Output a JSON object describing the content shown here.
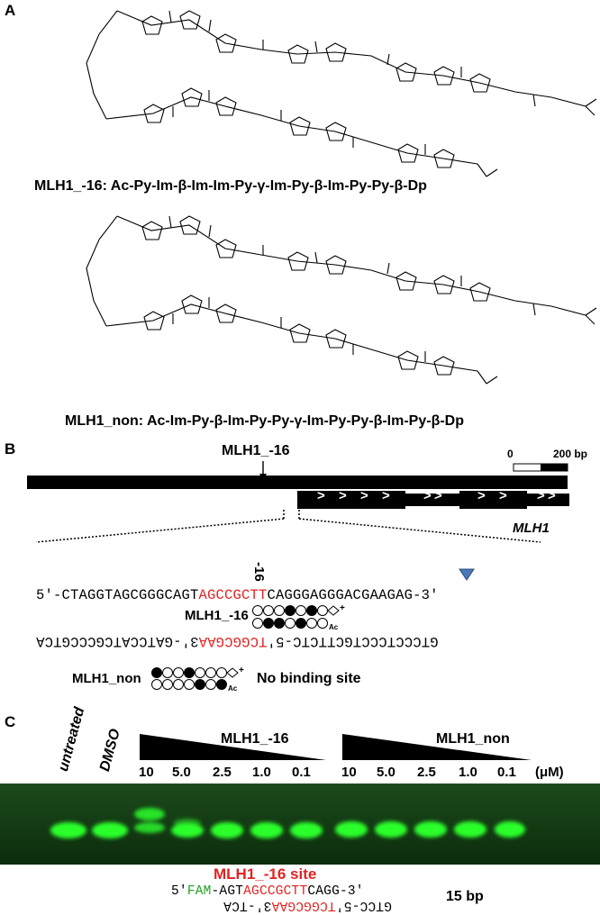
{
  "panels": {
    "a": "A",
    "b": "B",
    "c": "C"
  },
  "panel_a": {
    "compound1": {
      "name": "MLH1_-16",
      "sequence_parts": [
        "Ac-Py-Im-",
        "β",
        "-Im-Im-Py-",
        "γ",
        "-Im-Py-",
        "β",
        "-Im-Py-Py-",
        "β",
        "-Dp"
      ]
    },
    "compound2": {
      "name": "MLH1_non",
      "sequence_parts": [
        "Ac-Im-Py-",
        "β",
        "-Im-Py-Py-",
        "γ",
        "-Im-Py-Py-",
        "β",
        "-Im-Py-",
        "β",
        "-Dp"
      ]
    },
    "colon": ": "
  },
  "panel_b": {
    "arrow_label": "MLH1_-16",
    "scale_start": "0",
    "scale_end": "200 bp",
    "gene_label": "MLH1",
    "arrows": ">",
    "top_strand": {
      "prefix": "5′-CTAGGTAGCGGGCAGT",
      "site": "AGCCGCTT",
      "suffix": "CAGGGAGGGACGAAGAG-3′"
    },
    "bottom_strand": {
      "prefix": "3′-GATCCATCGCCCGTCA",
      "site": "TCGGCGAA",
      "suffix": "GTCCCTCCCTGCTTCTC-5′"
    },
    "position_label": "-16",
    "bound_label": "MLH1_-16",
    "non_label": "MLH1_non",
    "no_binding": "No binding site",
    "ac": "Ac",
    "plus": "+"
  },
  "panel_c": {
    "lane_labels": [
      "untreated",
      "DMSO"
    ],
    "group1": "MLH1_-16",
    "group2": "MLH1_non",
    "concentrations": [
      "10",
      "5.0",
      "2.5",
      "1.0",
      "0.1",
      "10",
      "5.0",
      "2.5",
      "1.0",
      "0.1"
    ],
    "unit": "(μM)",
    "site_label": "MLH1_-16 site",
    "probe_top": {
      "p5": "5′",
      "fam": "FAM",
      "mid": "-AGT",
      "site": "AGCCGCTT",
      "suffix": "CAGG-3′"
    },
    "probe_bottom": {
      "prefix": "3′-TCA",
      "site": "TCGGCGAA",
      "suffix": "GTCC-5′"
    },
    "length": "15 bp",
    "colors": {
      "gel": "#0f3a0f",
      "band": "#2cff2c",
      "site": "#e32222",
      "fam": "#22a322"
    }
  }
}
